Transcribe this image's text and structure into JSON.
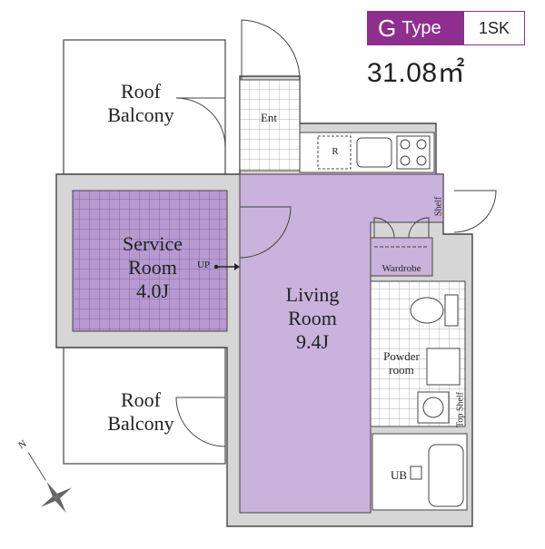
{
  "header": {
    "type_letter": "G",
    "type_word": "Type",
    "layout": "1SK",
    "area": "31.08㎡",
    "accent_color": "#8e2f8e"
  },
  "rooms": {
    "roof_balcony_top": {
      "line1": "Roof",
      "line2": "Balcony"
    },
    "service_room": {
      "line1": "Service",
      "line2": "Room",
      "size": "4.0J"
    },
    "living_room": {
      "line1": "Living",
      "line2": "Room",
      "size": "9.4J"
    },
    "roof_balcony_bottom": {
      "line1": "Roof",
      "line2": "Balcony"
    },
    "entrance": "Ent",
    "refrigerator": "R",
    "wardrobe": "Wardrobe",
    "powder_room": {
      "line1": "Powder",
      "line2": "room"
    },
    "unit_bath": "UB",
    "shelf": "Shelf",
    "top_shelf": "Top Shelf",
    "up_marker": "UP"
  },
  "compass": {
    "north_label": "N",
    "icon": "compass-rose-icon"
  },
  "colors": {
    "room_fill": "#c9b2dc",
    "service_fill": "#b69ad0",
    "wall": "#d6d6d6"
  }
}
